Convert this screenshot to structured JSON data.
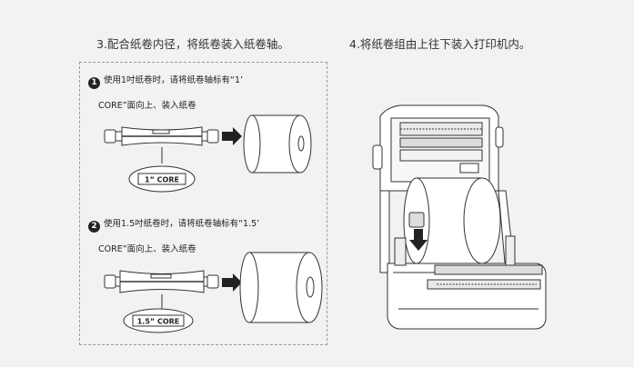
{
  "step3": {
    "title": "3.配合纸卷内径，将纸卷装入纸卷轴。",
    "item1": {
      "badge": "1",
      "text": "使用1吋纸卷时，请将纸卷轴标有“1’",
      "sub": "CORE”面向上、装入纸卷",
      "label": "1” CORE"
    },
    "item2": {
      "badge": "2",
      "text": "使用1.5吋纸卷时，请将纸卷轴标有“1.5’",
      "sub": "CORE”面向上、装入纸卷",
      "label": "1.5” CORE"
    }
  },
  "step4": {
    "title": "4.将纸卷组由上往下装入打印机内。"
  },
  "colors": {
    "background": "#f2f2f2",
    "line": "#3a3a3a",
    "roll_fill": "#ffffff",
    "dash_border": "#9a9a9a"
  },
  "icons": {
    "arrow": "right-arrow-icon",
    "down_arrow": "down-arrow-icon"
  }
}
